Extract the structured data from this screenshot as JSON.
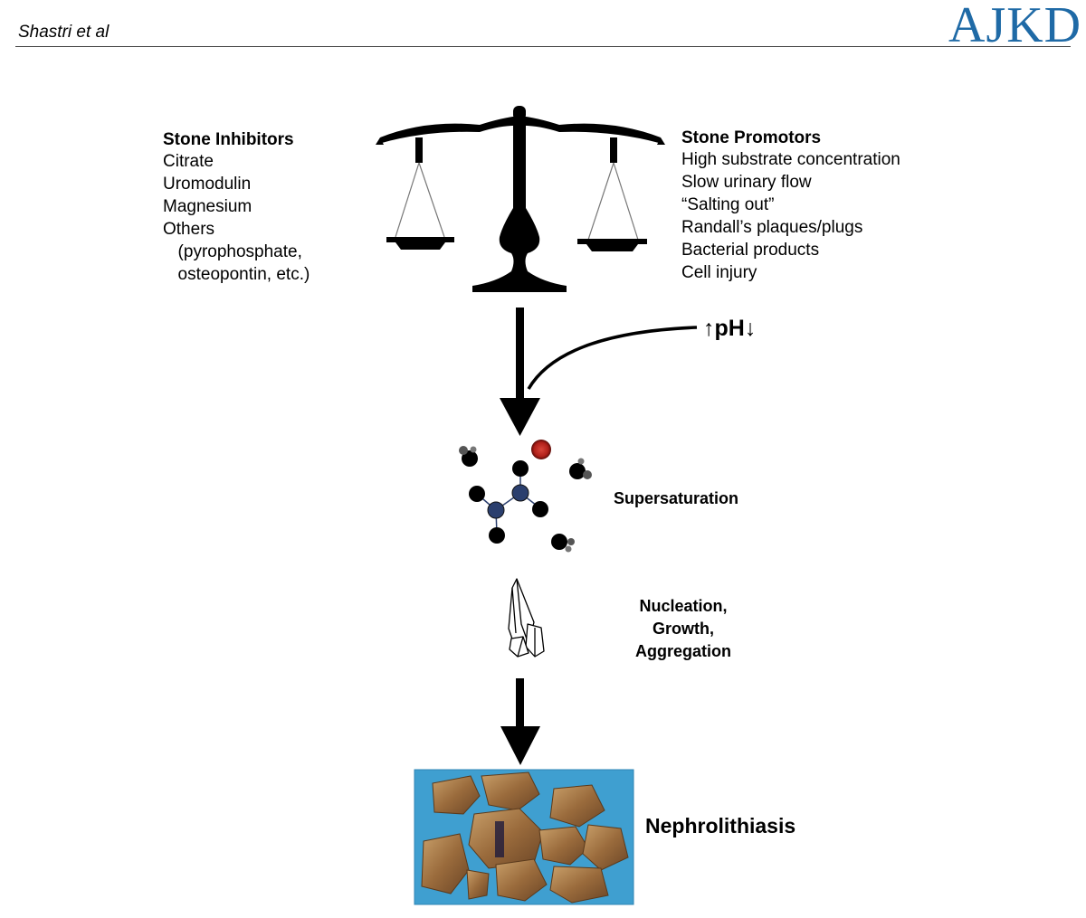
{
  "header": {
    "author": "Shastri et al",
    "journal_logo": "AJKD",
    "logo_color": "#1f6aa6"
  },
  "inhibitors": {
    "title": "Stone Inhibitors",
    "items": [
      "Citrate",
      "Uromodulin",
      "Magnesium",
      "Others",
      "  (pyrophosphate,",
      "  osteopontin, etc.)"
    ]
  },
  "promotors": {
    "title": "Stone Promotors",
    "items": [
      "High substrate concentration",
      "Slow urinary flow",
      "“Salting out”",
      "Randall’s plaques/plugs",
      "Bacterial products",
      "Cell injury"
    ]
  },
  "modifier": {
    "ph": "↑pH↓"
  },
  "steps": {
    "supersaturation": "Supersaturation",
    "nucleation_lines": [
      "Nucleation,",
      "Growth,",
      "Aggregation"
    ],
    "nephrolithiasis": "Nephrolithiasis"
  },
  "icons": [
    "balance-scale-icon",
    "molecules-icon",
    "crystal-icon",
    "kidney-stones-photo"
  ],
  "colors": {
    "ion_red": "#c0261c",
    "ion_blue": "#2b3f6e",
    "photo_bg": "#3f9fd0"
  }
}
